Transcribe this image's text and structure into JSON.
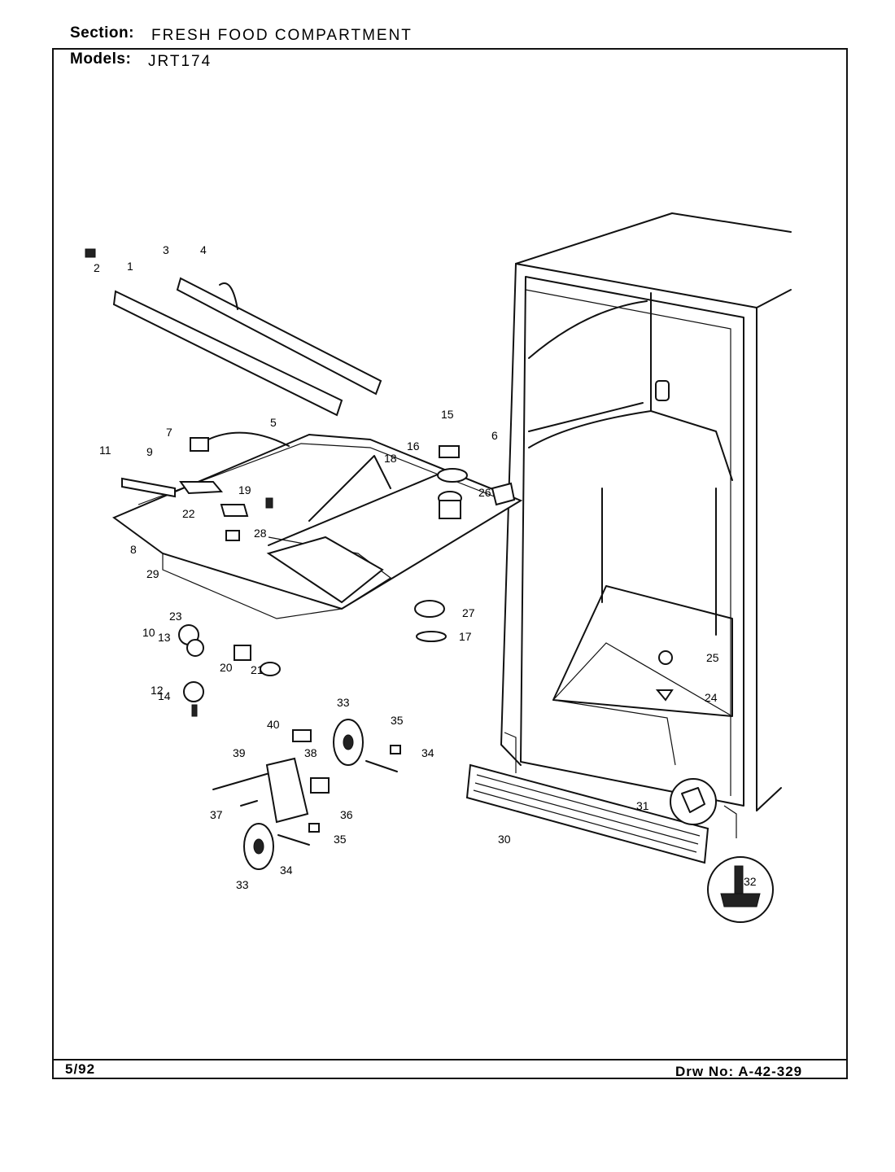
{
  "header": {
    "section_label": "Section:",
    "section_value": "FRESH FOOD COMPARTMENT",
    "models_label": "Models:",
    "models_value": "JRT174"
  },
  "footer": {
    "date": "5/92",
    "drawing_number": "Drw No:  A-42-329"
  },
  "callouts": [
    "1",
    "2",
    "3",
    "4",
    "5",
    "6",
    "7",
    "8",
    "9",
    "10",
    "11",
    "12",
    "13",
    "14",
    "15",
    "16",
    "17",
    "18",
    "19",
    "20",
    "21",
    "22",
    "23",
    "24",
    "25",
    "26",
    "27",
    "28",
    "29",
    "30",
    "31",
    "32",
    "33",
    "33",
    "34",
    "34",
    "35",
    "35",
    "36",
    "37",
    "38",
    "39",
    "40"
  ]
}
